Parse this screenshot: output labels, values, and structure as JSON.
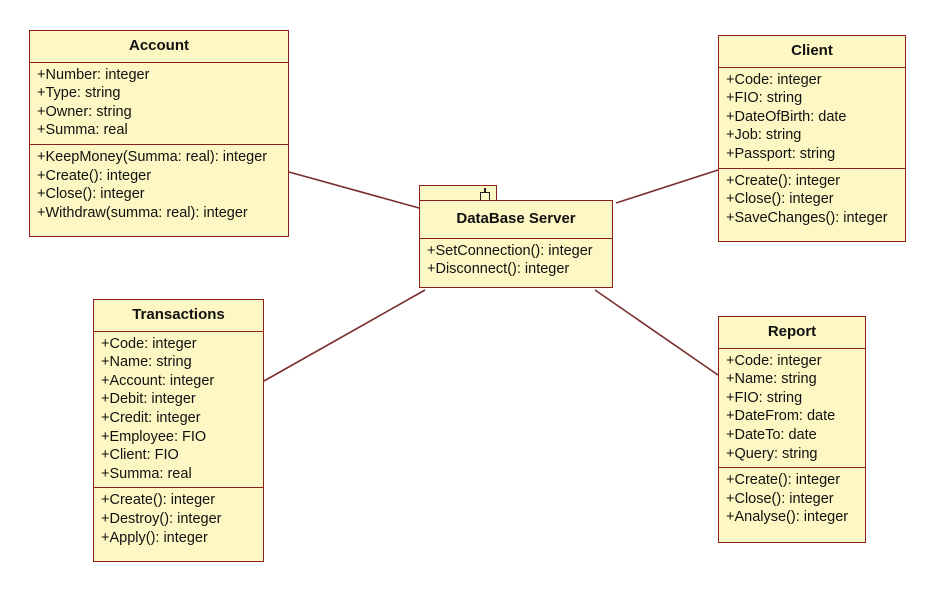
{
  "classes": {
    "account": {
      "name": "Account",
      "attributes": [
        "+Number: integer",
        "+Type: string",
        "+Owner: string",
        "+Summa: real"
      ],
      "operations": [
        "+KeepMoney(Summa: real): integer",
        "+Create(): integer",
        "+Close(): integer",
        "+Withdraw(summa: real): integer"
      ]
    },
    "client": {
      "name": "Client",
      "attributes": [
        "+Code: integer",
        "+FIO: string",
        "+DateOfBirth: date",
        "+Job: string",
        "+Passport: string"
      ],
      "operations": [
        "+Create(): integer",
        "+Close(): integer",
        "+SaveChanges(): integer"
      ]
    },
    "database_server": {
      "name": "DataBase Server",
      "operations": [
        "+SetConnection(): integer",
        "+Disconnect(): integer"
      ]
    },
    "transactions": {
      "name": "Transactions",
      "attributes": [
        "+Code: integer",
        "+Name: string",
        "+Account: integer",
        "+Debit: integer",
        "+Credit: integer",
        "+Employee: FIO",
        "+Client: FIO",
        "+Summa: real"
      ],
      "operations": [
        "+Create(): integer",
        "+Destroy(): integer",
        "+Apply(): integer"
      ]
    },
    "report": {
      "name": "Report",
      "attributes": [
        "+Code: integer",
        "+Name: string",
        "+FIO: string",
        "+DateFrom: date",
        "+DateTo: date",
        "+Query: string"
      ],
      "operations": [
        "+Create(): integer",
        "+Close(): integer",
        "+Analyse(): integer"
      ]
    }
  },
  "associations": [
    {
      "from": "Account",
      "to": "DataBase Server"
    },
    {
      "from": "Client",
      "to": "DataBase Server"
    },
    {
      "from": "Transactions",
      "to": "DataBase Server"
    },
    {
      "from": "Report",
      "to": "DataBase Server"
    }
  ],
  "colors": {
    "fill": "#fdf7c3",
    "border": "#8f1f1f",
    "link": "#7a2e2e"
  }
}
